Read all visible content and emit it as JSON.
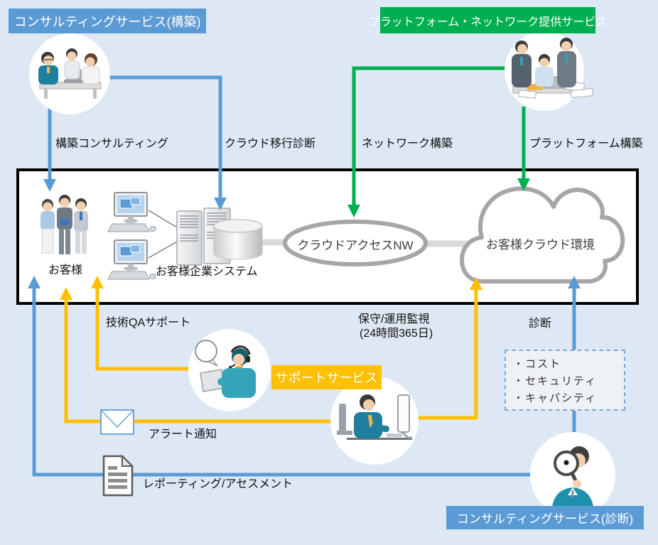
{
  "service_labels": {
    "consulting_build": "コンサルティングサービス(構築)",
    "platform_network": "プラットフォーム・ネットワーク提供サービス",
    "support": "サポートサービス",
    "consulting_diagnosis": "コンサルティングサービス(診断)"
  },
  "flow_labels": {
    "build_consulting": "構築コンサルティング",
    "cloud_migration_diagnosis": "クラウド移行診断",
    "network_build": "ネットワーク構築",
    "platform_build": "プラットフォーム構築",
    "tech_qa_support": "技術QAサポート",
    "maintenance_monitoring": "保守/運用監視",
    "maintenance_monitoring_sub": "(24時間365日)",
    "diagnosis": "診断",
    "alert_notification": "アラート通知",
    "reporting_assessment": "レポーティング/アセスメント"
  },
  "system_box": {
    "customer": "お客様",
    "customer_system": "お客様企業システム",
    "cloud_access_nw": "クラウドアクセスNW",
    "customer_cloud_env": "お客様クラウド環境"
  },
  "diagnosis_items": [
    "・コスト",
    "・セキュリティ",
    "・キャパシティ"
  ],
  "colors": {
    "background": "#dde8f4",
    "blue_accent": "#5b9bd5",
    "green_accent": "#00b050",
    "yellow_accent": "#ffc000",
    "gray_shape_border": "#a6a6a6",
    "gray_connector": "#d9d9d9",
    "box_border": "#000000"
  },
  "icons": {
    "meeting": "consulting-meeting-illustration",
    "platform_team": "platform-team-illustration",
    "support_operator": "support-operator-illustration",
    "operations_engineer": "operations-engineer-illustration",
    "diagnosis_analyst": "magnifier-analyst-illustration",
    "customer_group": "customer-group-illustration",
    "pc": "pc-terminal-icon",
    "server": "server-storage-icon",
    "envelope": "envelope-icon",
    "document": "document-icon"
  }
}
